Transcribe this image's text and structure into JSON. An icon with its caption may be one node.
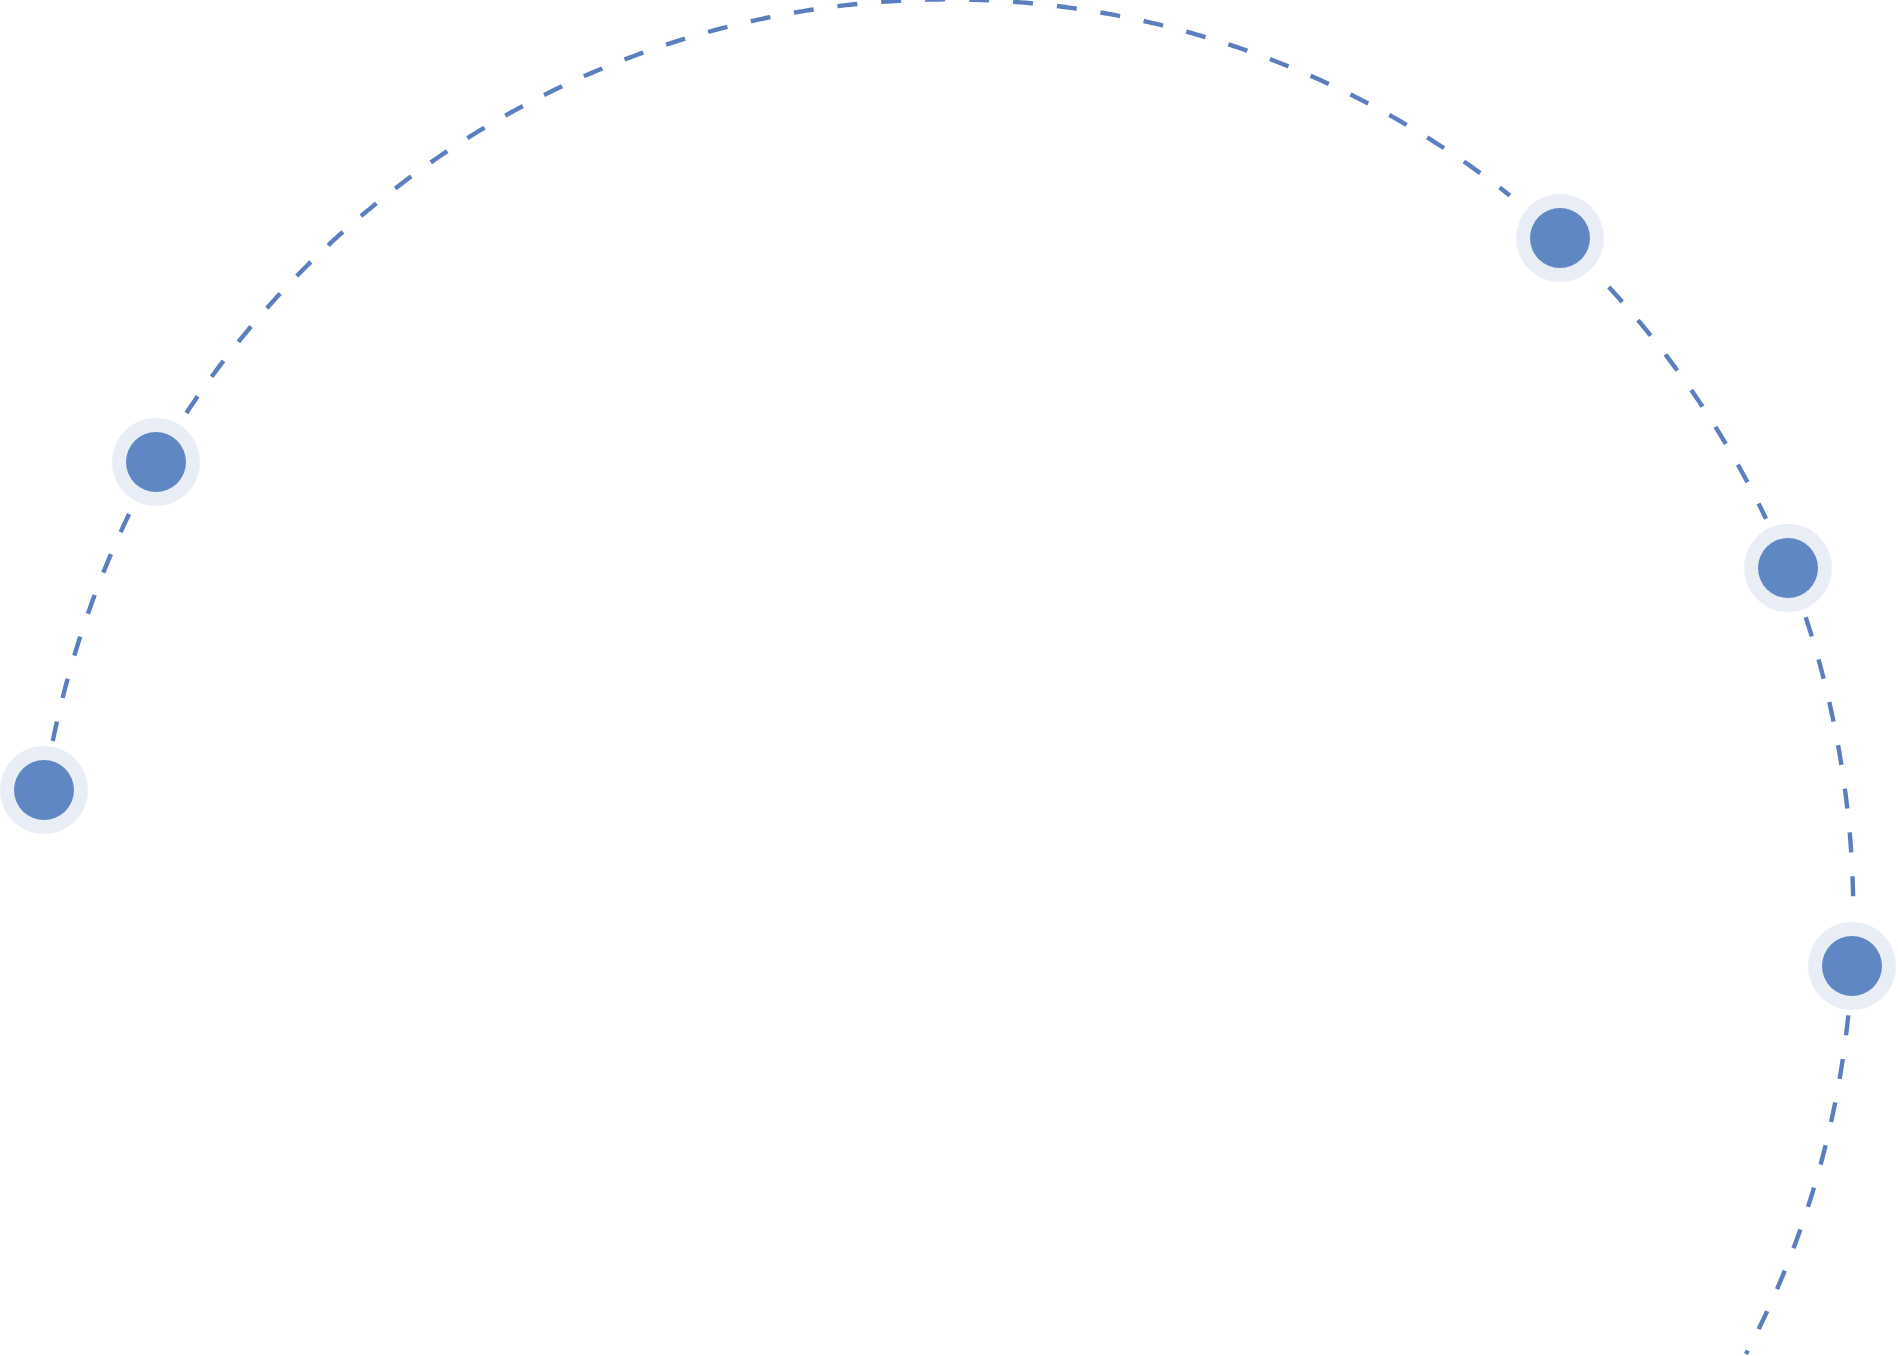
{
  "diagram": {
    "nodes": [
      {
        "text": [],
        "shape": "circle"
      },
      {
        "text": [],
        "shape": "circle"
      },
      {
        "text": [],
        "shape": "circle"
      },
      {
        "text": [],
        "shape": "circle"
      },
      {
        "text": [],
        "shape": "circle"
      }
    ],
    "edges": [
      {
        "from": 0,
        "to": 1,
        "arrow": "none",
        "style": "dashed"
      },
      {
        "from": 1,
        "to": 2,
        "arrow": "none",
        "style": "dashed"
      },
      {
        "from": 2,
        "to": 3,
        "arrow": "none",
        "style": "dashed"
      },
      {
        "from": 3,
        "to": 4,
        "arrow": "none",
        "style": "dashed"
      },
      {
        "from": 4,
        "to": null,
        "arrow": "none",
        "style": "dashed"
      }
    ]
  }
}
